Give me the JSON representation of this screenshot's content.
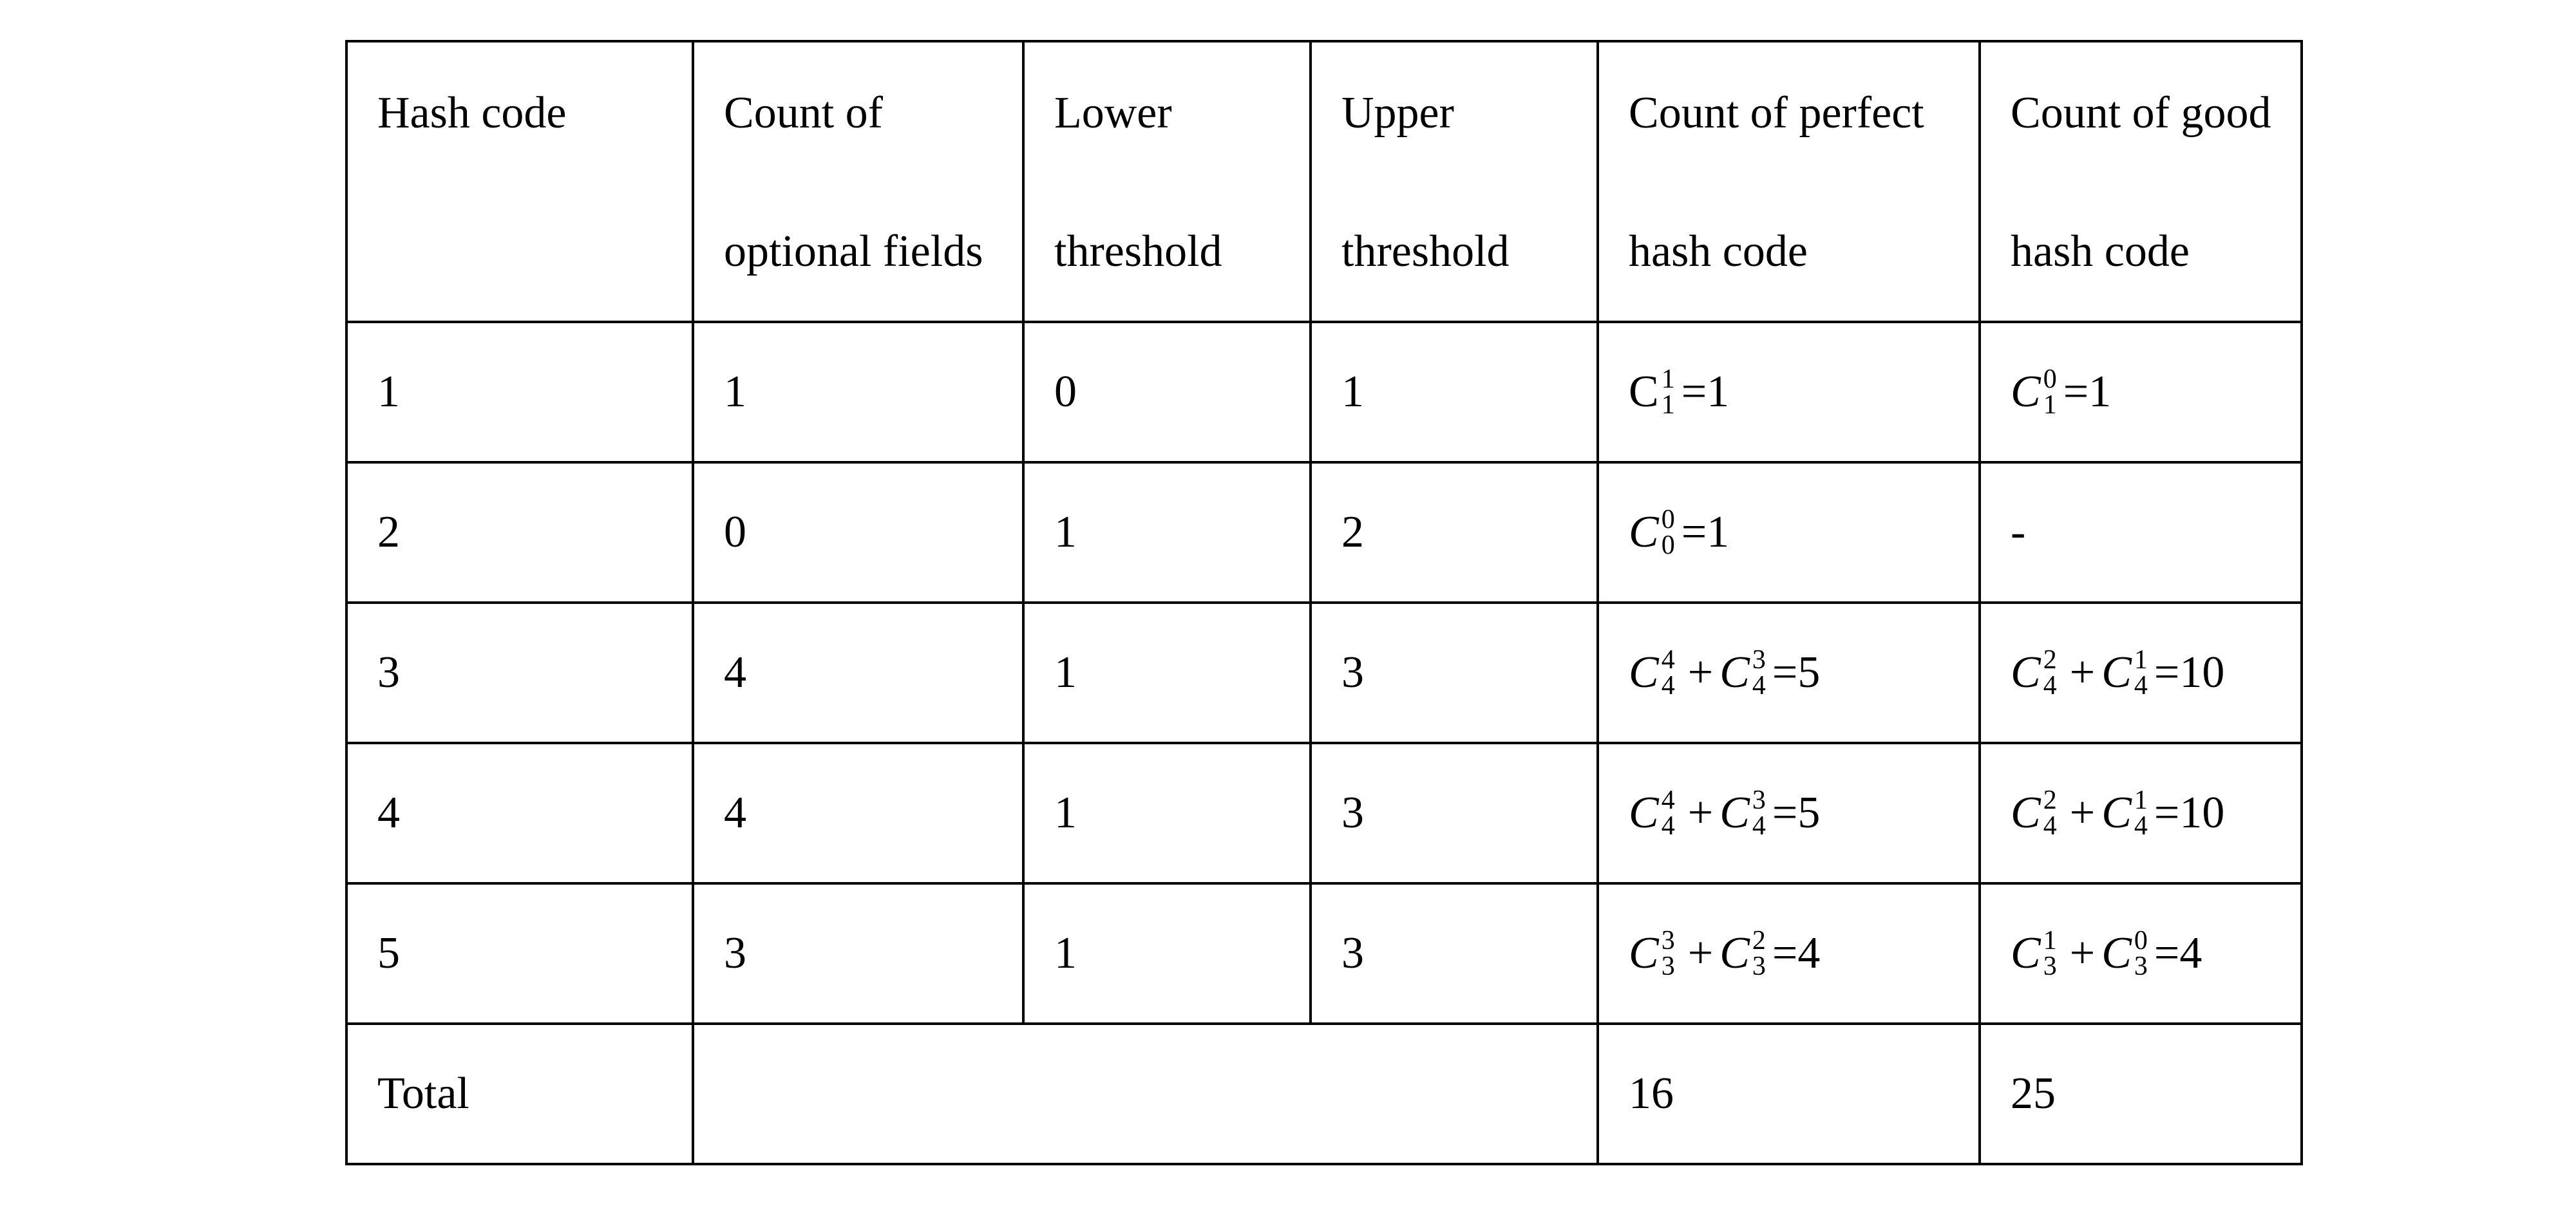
{
  "table": {
    "headers": [
      [
        "Hash code",
        ""
      ],
      [
        "Count of",
        "optional fields"
      ],
      [
        "Lower",
        "threshold"
      ],
      [
        "Upper",
        "threshold"
      ],
      [
        "Count of perfect",
        "hash code"
      ],
      [
        "Count of good",
        "hash code"
      ]
    ],
    "rows": [
      {
        "hash": "1",
        "optional": "1",
        "lower": "0",
        "upper": "1",
        "perfect": {
          "terms": [
            {
              "c": "C",
              "sup": "1",
              "sub": "1",
              "upright": true
            }
          ],
          "result": "=1"
        },
        "good": {
          "terms": [
            {
              "c": "C",
              "sup": "0",
              "sub": "1"
            }
          ],
          "result": "=1"
        }
      },
      {
        "hash": "2",
        "optional": "0",
        "lower": "1",
        "upper": "2",
        "perfect": {
          "terms": [
            {
              "c": "C",
              "sup": "0",
              "sub": "0"
            }
          ],
          "result": "=1"
        },
        "good": {
          "text": "-"
        }
      },
      {
        "hash": "3",
        "optional": "4",
        "lower": "1",
        "upper": "3",
        "perfect": {
          "terms": [
            {
              "c": "C",
              "sup": "4",
              "sub": "4"
            },
            {
              "c": "C",
              "sup": "3",
              "sub": "4"
            }
          ],
          "result": "=5"
        },
        "good": {
          "terms": [
            {
              "c": "C",
              "sup": "2",
              "sub": "4"
            },
            {
              "c": "C",
              "sup": "1",
              "sub": "4"
            }
          ],
          "result": "=10"
        }
      },
      {
        "hash": "4",
        "optional": "4",
        "lower": "1",
        "upper": "3",
        "perfect": {
          "terms": [
            {
              "c": "C",
              "sup": "4",
              "sub": "4"
            },
            {
              "c": "C",
              "sup": "3",
              "sub": "4"
            }
          ],
          "result": "=5"
        },
        "good": {
          "terms": [
            {
              "c": "C",
              "sup": "2",
              "sub": "4"
            },
            {
              "c": "C",
              "sup": "1",
              "sub": "4"
            }
          ],
          "result": "=10"
        }
      },
      {
        "hash": "5",
        "optional": "3",
        "lower": "1",
        "upper": "3",
        "perfect": {
          "terms": [
            {
              "c": "C",
              "sup": "3",
              "sub": "3"
            },
            {
              "c": "C",
              "sup": "2",
              "sub": "3"
            }
          ],
          "result": "=4"
        },
        "good": {
          "terms": [
            {
              "c": "C",
              "sup": "1",
              "sub": "3"
            },
            {
              "c": "C",
              "sup": "0",
              "sub": "3"
            }
          ],
          "result": "=4"
        }
      }
    ],
    "plus": "+",
    "total": {
      "label": "Total",
      "perfect": "16",
      "good": "25"
    }
  }
}
